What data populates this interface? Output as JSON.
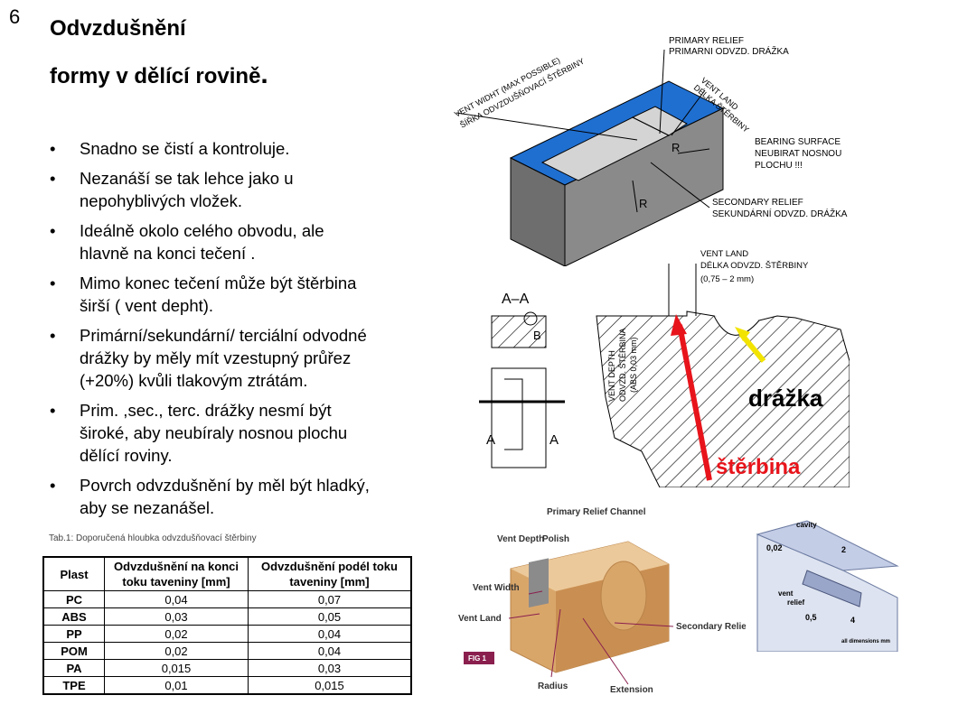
{
  "page_number": "6",
  "title_line1": "Odvzdušnění",
  "title_line2": "formy v dělící rovině",
  "title_dot": ".",
  "bullets": [
    "Snadno se  čistí a kontroluje.",
    "Nezanáší se tak lehce  jako u nepohyblivých vložek.",
    "Ideálně  okolo celého obvodu, ale hlavně na konci tečení .",
    "Mimo konec tečení může být štěrbina širší ( vent depht).",
    "Primární/sekundární/ terciální odvodné drážky by měly mít vzestupný průřez (+20%) kvůli tlakovým ztrátám.",
    "Prim. ,sec., terc. drážky nesmí být široké, aby neubíraly nosnou plochu dělící roviny.",
    "Povrch odvzdušnění by měl být hladký, aby se nezanášel."
  ],
  "table": {
    "caption": "Tab.1: Doporučená hloubka odvzdušňovací štěrbiny",
    "headers": [
      "Plast",
      "Odvzdušnění na konci toku taveniny [mm]",
      "Odvzdušnění podél toku taveniny [mm]"
    ],
    "rows": [
      [
        "PC",
        "0,04",
        "0,07"
      ],
      [
        "ABS",
        "0,03",
        "0,05"
      ],
      [
        "PP",
        "0,02",
        "0,04"
      ],
      [
        "POM",
        "0,02",
        "0,04"
      ],
      [
        "PA",
        "0,015",
        "0,03"
      ],
      [
        "TPE",
        "0,01",
        "0,015"
      ]
    ]
  },
  "diagram_top": {
    "primary_relief": "PRIMARY RELIEF",
    "primary_relief_cz": "PRIMARNI ODVZD. DRÁŽKA",
    "vent_land": "VENT LAND",
    "vent_land_cz": "DÉLKA ŠTĚRBINY",
    "vent_width": "VENT WIDHT (MAX POSSIBLE)",
    "vent_width_cz": "ŠÍŘKA ODVZDUŠŇOVACÍ ŠTĚRBINY",
    "bearing_surface": "BEARING SURFACE",
    "bearing_cz1": "NEUBIRAT NOSNOU",
    "bearing_cz2": "PLOCHU !!!",
    "secondary_relief": "SECONDARY RELIEF",
    "secondary_relief_cz": "SEKUNDÁRNÍ ODVZD. DRÁŽKA",
    "r_label": "R",
    "colors": {
      "blue": "#1f6fd1",
      "gray": "#8a8a8a",
      "light": "#d4d4d4"
    }
  },
  "diagram_middle": {
    "section": "A–A",
    "b_label": "B",
    "a_label": "A",
    "vent_land": "VENT LAND",
    "vent_land_cz": "DÉLKA ODVZD. ŠTĚRBINY",
    "vent_land_range": "(0,75 – 2 mm)",
    "vent_depth": "VENT DEPTH",
    "vent_depth_cz": "ODVZD. ŠTĚRBINA",
    "vent_depth_abs": "(ABS 0,03 mm)",
    "drazka": "drážka",
    "sterbina": "štěrbina",
    "colors": {
      "yellow": "#f2e400",
      "red": "#e8141b",
      "redtext": "#e8141b"
    }
  },
  "diagram_bottom": {
    "primary_relief_channel": "Primary Relief Channel",
    "polish": "Polish",
    "vent_depth": "Vent Depth",
    "vent_width": "Vent Width",
    "vent_land": "Vent Land",
    "secondary_relief_channel": "Secondary Relief Channel",
    "radius": "Radius",
    "extension": "Extension",
    "fig": "FIG 1",
    "colors": {
      "tan": "#d9a66a",
      "tan_dark": "#b98349",
      "tan_light": "#ecc99a",
      "magenta": "#8a1f4e"
    }
  },
  "diagram_right": {
    "cavity": "cavity",
    "dim1": "0,02",
    "dim2": "2",
    "dim3": "0,5",
    "dim4": "4",
    "vent_relief": "vent relief",
    "vent": "vent",
    "relief": "relief",
    "note": "all dimensions mm"
  }
}
